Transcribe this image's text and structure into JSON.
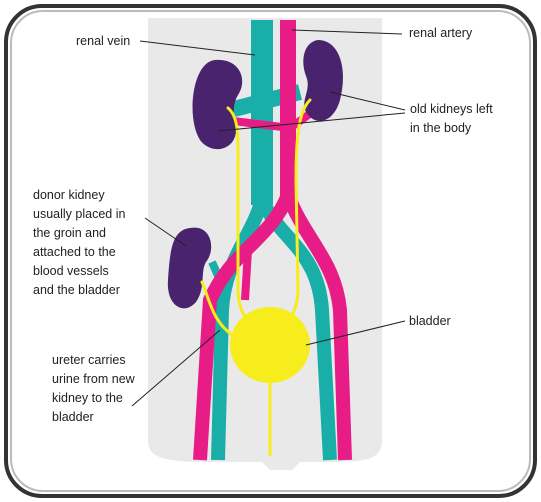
{
  "labels": {
    "renal_vein": "renal vein",
    "renal_artery": "renal artery",
    "old_kidneys": "old kidneys left\nin the body",
    "donor_kidney": "donor kidney\nusually placed in\nthe groin and\nattached to the\nblood vessels\nand the bladder",
    "bladder": "bladder",
    "ureter": "ureter carries\nurine from new\nkidney to the\nbladder"
  },
  "colors": {
    "vein": "#1aaea8",
    "artery": "#e81c86",
    "kidney": "#4a236e",
    "ureter_bladder": "#f7ec1c",
    "body": "#e9e9e9",
    "frame": "#333333"
  }
}
